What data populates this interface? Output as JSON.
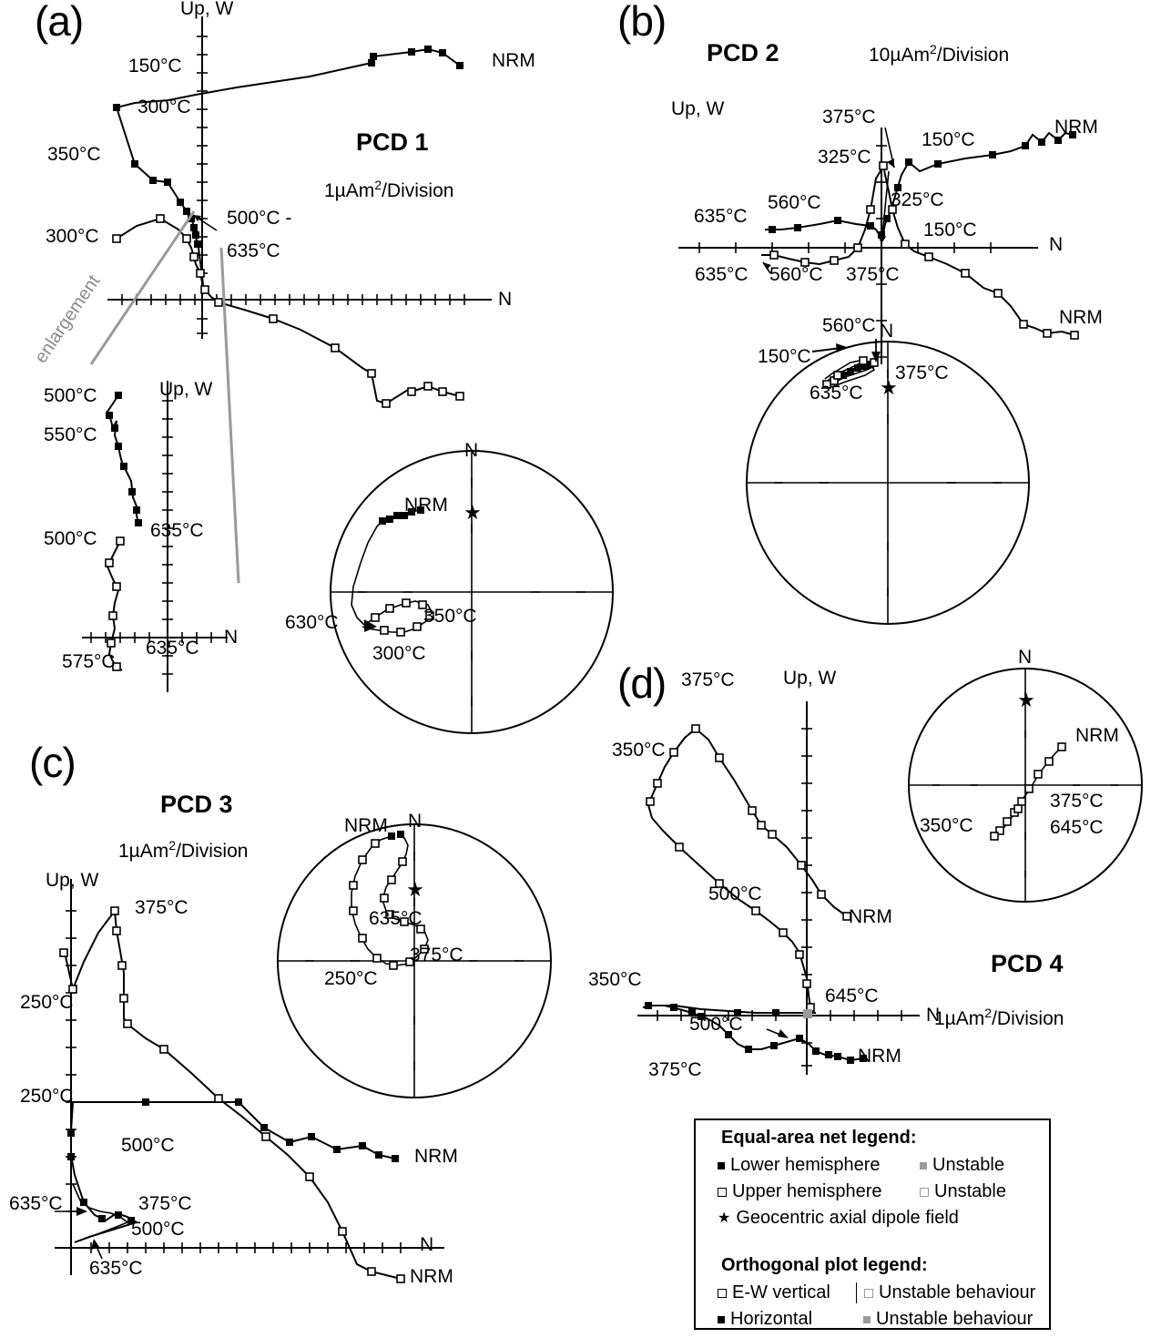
{
  "figure": {
    "panels": [
      {
        "letter": "(a)",
        "title": "PCD 1",
        "scale": "1µAm2/Division"
      },
      {
        "letter": "(b)",
        "title": "PCD 2",
        "scale": "10µAm2/Division"
      },
      {
        "letter": "(c)",
        "title": "PCD 3",
        "scale": "1µAm2/Division"
      },
      {
        "letter": "(d)",
        "title": "PCD 4",
        "scale": "1µAm2/Division"
      }
    ],
    "axis_labels": {
      "up_w": "Up, W",
      "north": "N",
      "nrm": "NRM"
    },
    "enlargement_label": "enlargement"
  },
  "panel_a": {
    "letter": "(a)",
    "title": "PCD 1",
    "scale_num": "1µAm",
    "scale_sup": "2",
    "scale_rest": "/Division",
    "up_w": "Up, W",
    "n": "N",
    "nrm": "NRM",
    "labels": [
      "150°C",
      "300°C",
      "350°C",
      "300°C",
      "500°C -",
      "635°C"
    ],
    "enlargement": "enlargement",
    "inset_ortho": {
      "up_w": "Up, W",
      "n": "N",
      "labels": [
        "500°C",
        "550°C",
        "500°C",
        "635°C",
        "575°C",
        "635°C"
      ]
    },
    "stereonet": {
      "n": "N",
      "labels": [
        "NRM",
        "630°C",
        "350°C",
        "300°C"
      ]
    }
  },
  "panel_b": {
    "letter": "(b)",
    "title": "PCD 2",
    "scale": "10µAm2/Division",
    "scale_num": "10µAm",
    "scale_sup": "2",
    "scale_rest": "/Division",
    "up_w": "Up, W",
    "n": "N",
    "nrm": "NRM",
    "nrm2": "NRM",
    "labels": [
      "375°C",
      "150°C",
      "325°C",
      "325°C",
      "635°C",
      "560°C",
      "150°C",
      "635°C",
      "560°C",
      "375°C"
    ],
    "stereonet": {
      "n": "N",
      "labels": [
        "560°C",
        "150°C",
        "375°C",
        "635°C"
      ]
    }
  },
  "panel_c": {
    "letter": "(c)",
    "title": "PCD 3",
    "scale_num": "1µAm",
    "scale_sup": "2",
    "scale_rest": "/Division",
    "up_w": "Up, W",
    "n": "N",
    "nrm": "NRM",
    "nrm2": "NRM",
    "labels": [
      "375°C",
      "250°C",
      "250°C",
      "500°C",
      "635°C",
      "375°C",
      "500°C",
      "635°C"
    ],
    "stereonet": {
      "n": "N",
      "labels": [
        "NRM",
        "635°C",
        "375°C",
        "250°C"
      ]
    }
  },
  "panel_d": {
    "letter": "(d)",
    "title": "PCD 4",
    "scale_num": "1µAm",
    "scale_sup": "2",
    "scale_rest": "/Division",
    "up_w": "Up, W",
    "n": "N",
    "nrm": "NRM",
    "nrm2": "NRM",
    "labels": [
      "375°C",
      "350°C",
      "500°C",
      "350°C",
      "645°C",
      "500°C",
      "375°C"
    ],
    "stereonet": {
      "n": "N",
      "labels": [
        "NRM",
        "375°C",
        "350°C",
        "645°C"
      ]
    }
  },
  "legend": {
    "head1": "Equal-area net legend:",
    "rows1": [
      {
        "left": "Lower hemisphere",
        "right": "Unstable"
      },
      {
        "left": "Upper hemisphere",
        "right": "Unstable"
      }
    ],
    "gad": "Geocentric axial dipole field",
    "head2": "Orthogonal plot legend:",
    "rows2": [
      {
        "left": "E-W vertical",
        "right": "Unstable behaviour"
      },
      {
        "left": "Horizontal",
        "right": "Unstable behaviour"
      }
    ]
  },
  "chart_data": {
    "type": "scatter",
    "title": "Zijderveld orthogonal vector plots and equal-area stereonets for thermal demagnetization of samples PCD 1-4",
    "xlabel": "N",
    "ylabel": "Up, W",
    "series": [
      {
        "name": "PCD 1 E-W vertical (open squares)",
        "temperatures": [
          "NRM",
          "150°C",
          "300°C",
          "350°C",
          "300°C",
          "500°C",
          "635°C"
        ]
      },
      {
        "name": "PCD 1 Horizontal (filled squares)",
        "temperatures": [
          "NRM",
          "150°C",
          "300°C",
          "350°C",
          "500°C",
          "550°C",
          "575°C",
          "635°C"
        ]
      },
      {
        "name": "PCD 2 E-W vertical (open squares)",
        "temperatures": [
          "NRM",
          "150°C",
          "325°C",
          "375°C",
          "560°C",
          "635°C"
        ]
      },
      {
        "name": "PCD 2 Horizontal (filled squares)",
        "temperatures": [
          "NRM",
          "150°C",
          "325°C",
          "375°C",
          "560°C",
          "635°C"
        ]
      },
      {
        "name": "PCD 3 E-W vertical (open squares)",
        "temperatures": [
          "NRM",
          "250°C",
          "375°C",
          "500°C",
          "635°C"
        ]
      },
      {
        "name": "PCD 3 Horizontal (filled squares)",
        "temperatures": [
          "NRM",
          "250°C",
          "375°C",
          "500°C",
          "635°C"
        ]
      },
      {
        "name": "PCD 4 E-W vertical (open squares)",
        "temperatures": [
          "NRM",
          "350°C",
          "375°C",
          "500°C",
          "645°C"
        ]
      },
      {
        "name": "PCD 4 Horizontal (filled squares)",
        "temperatures": [
          "NRM",
          "350°C",
          "375°C",
          "500°C",
          "645°C"
        ]
      }
    ],
    "legend_position": "bottom-right",
    "grid": false
  }
}
